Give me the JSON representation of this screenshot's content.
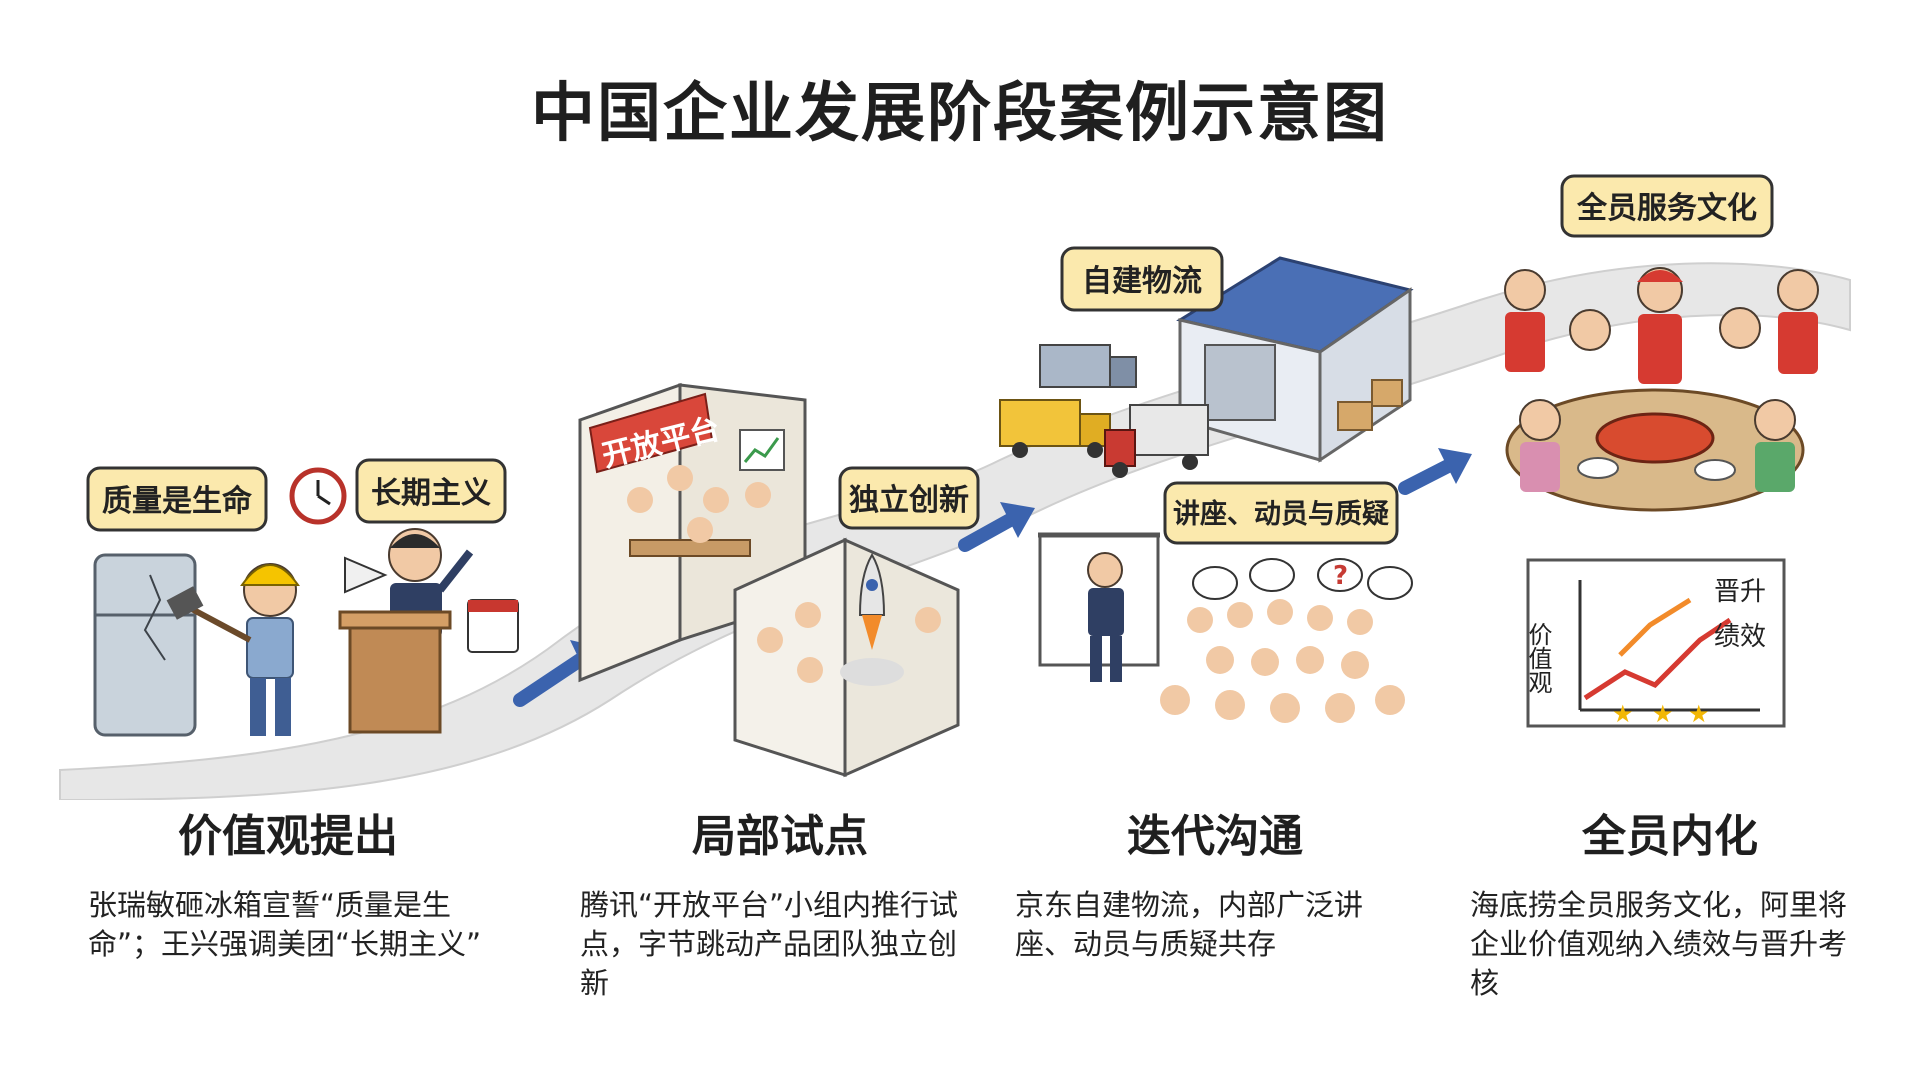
{
  "title": "中国企业发展阶段案例示意图",
  "stages": [
    {
      "title": "价值观提出",
      "description": "张瑞敏砸冰箱宣誓“质量是生命”；王兴强调美团“长期主义”",
      "bubbles": [
        "质量是生命",
        "长期主义"
      ]
    },
    {
      "title": "局部试点",
      "description": "腾讯“开放平台”小组内推行试点，字节跳动产品团队独立创新",
      "bubbles": [
        "开放平台",
        "独立创新"
      ]
    },
    {
      "title": "迭代沟通",
      "description": "京东自建物流，内部广泛讲座、动员与质疑共存",
      "bubbles": [
        "自建物流",
        "讲座、动员与质疑"
      ]
    },
    {
      "title": "全员内化",
      "description": "海底捞全员服务文化，阿里将企业价值观纳入绩效与晋升考核",
      "bubbles": [
        "全员服务文化"
      ],
      "chart_labels": {
        "y_label": "价值观",
        "up_label": "晋升",
        "perf_label": "绩效"
      }
    }
  ],
  "colors": {
    "bubble_fill": "#fbe9ad",
    "arrow_blue": "#3b63ae",
    "road": "#e6e6e6",
    "banner_red": "#d9473a",
    "shirt_red": "#d63a31",
    "warehouse_roof": "#4a6fb5",
    "truck_yellow": "#f2c43a"
  },
  "icons": [
    "refrigerator-icon",
    "hammer-icon",
    "hard-hat-icon",
    "clock-icon",
    "megaphone-icon",
    "podium-icon",
    "calendar-icon",
    "rocket-icon",
    "truck-icon",
    "warehouse-icon",
    "hotpot-icon",
    "star-icon",
    "growth-chart-icon"
  ]
}
